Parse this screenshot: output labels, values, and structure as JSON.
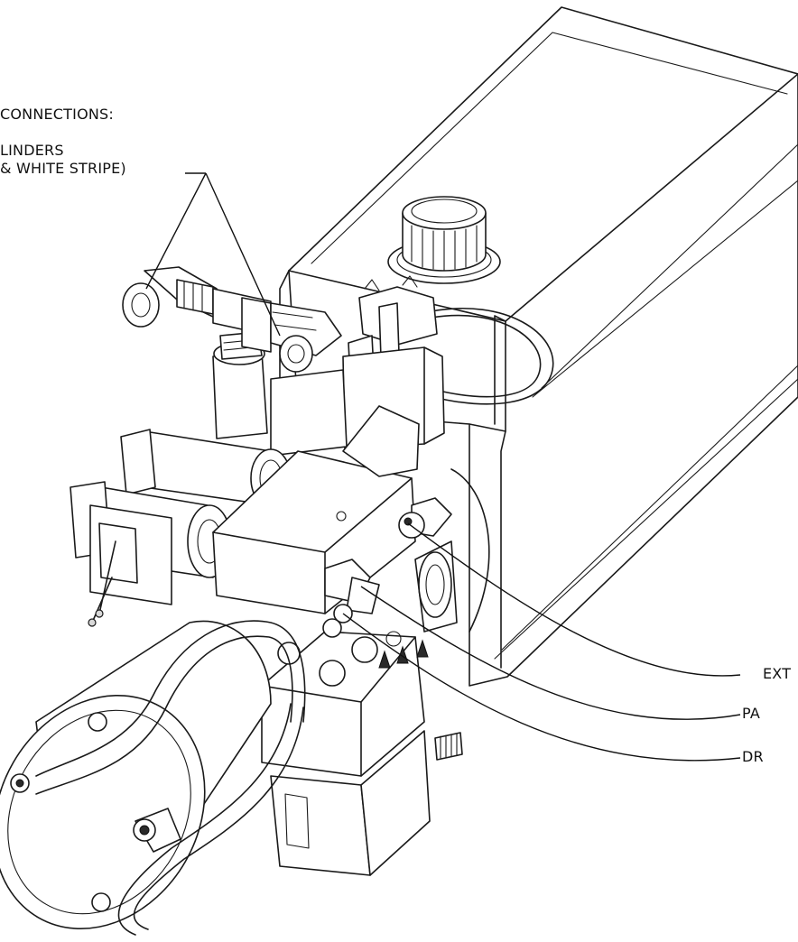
{
  "labels": {
    "connections": "CONNECTIONS:",
    "cylinders_line1": "LINDERS",
    "cylinders_line2": "& WHITE STRIPE)",
    "ext": "EXT",
    "pas": "PA",
    "dri": "DR"
  }
}
